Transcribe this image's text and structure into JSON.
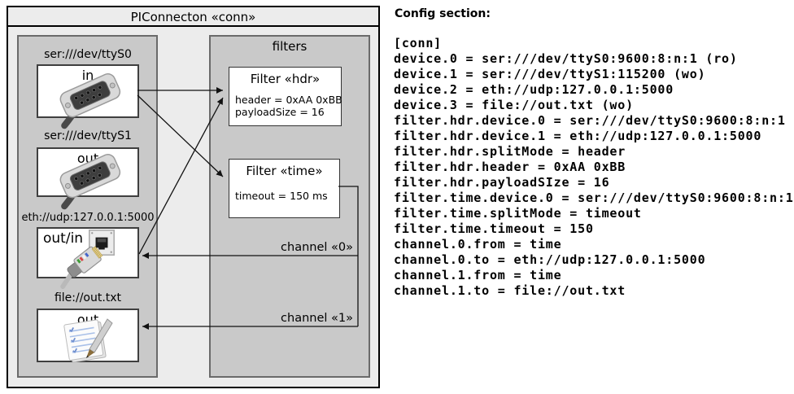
{
  "colors": {
    "outer_bg": "#ececec",
    "panel_bg": "#c9c9c9",
    "box_bg": "#ffffff",
    "line_color": "#111111"
  },
  "diagram": {
    "title": "PIConnecton «conn»",
    "devices": [
      {
        "label": "ser:///dev/ttyS0",
        "direction": "in",
        "icon": "serial-connector-icon"
      },
      {
        "label": "ser:///dev/ttyS1",
        "direction": "out",
        "icon": "serial-connector-icon"
      },
      {
        "label": "eth://udp:127.0.0.1:5000",
        "direction": "out/in",
        "icon": "ethernet-connector-icon"
      },
      {
        "label": "file://out.txt",
        "direction": "out",
        "icon": "text-file-icon"
      }
    ],
    "filters_title": "filters",
    "filters": [
      {
        "title": "Filter «hdr»",
        "props": [
          "header = 0xAA 0xBB",
          "payloadSize = 16"
        ]
      },
      {
        "title": "Filter «time»",
        "props": [
          "timeout = 150 ms"
        ]
      }
    ],
    "channels": [
      "channel «0»",
      "channel «1»"
    ]
  },
  "config": {
    "title": "Config section:",
    "lines": [
      "[conn]",
      "device.0 = ser:///dev/ttyS0:9600:8:n:1 (ro)",
      "device.1 = ser:///dev/ttyS1:115200 (wo)",
      "device.2 = eth://udp:127.0.0.1:5000",
      "device.3 = file://out.txt (wo)",
      "filter.hdr.device.0 = ser:///dev/ttyS0:9600:8:n:1",
      "filter.hdr.device.1 = eth://udp:127.0.0.1:5000",
      "filter.hdr.splitMode = header",
      "filter.hdr.header = 0xAA 0xBB",
      "filter.hdr.payloadSIze = 16",
      "filter.time.device.0 = ser:///dev/ttyS0:9600:8:n:1",
      "filter.time.splitMode = timeout",
      "filter.time.timeout = 150",
      "channel.0.from = time",
      "channel.0.to = eth://udp:127.0.0.1:5000",
      "channel.1.from = time",
      "channel.1.to = file://out.txt"
    ]
  }
}
